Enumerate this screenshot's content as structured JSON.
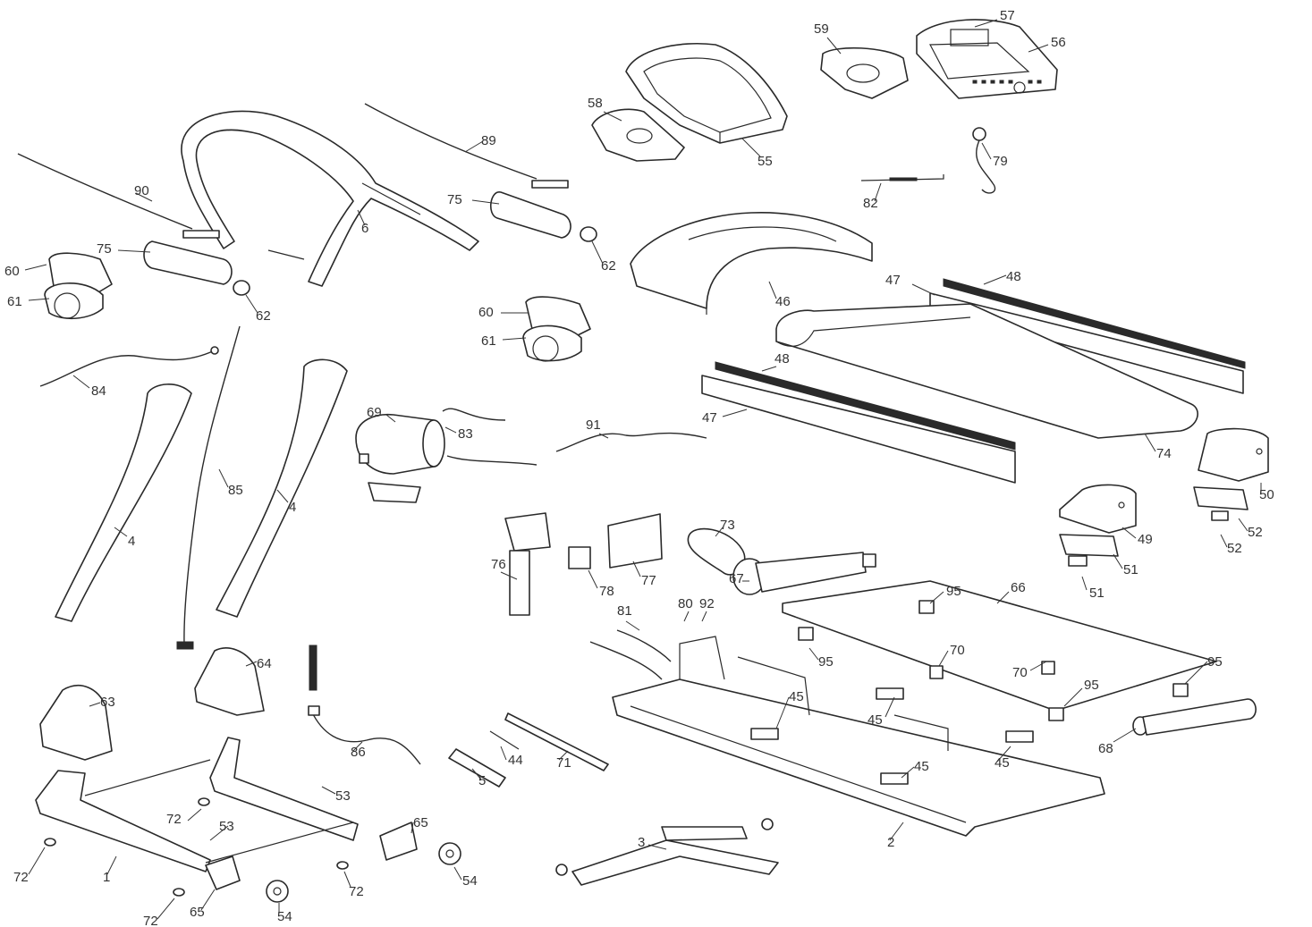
{
  "diagram": {
    "callouts": [
      {
        "text": "57"
      },
      {
        "text": "59"
      },
      {
        "text": "56"
      },
      {
        "text": "58"
      },
      {
        "text": "55"
      },
      {
        "text": "79"
      },
      {
        "text": "82"
      },
      {
        "text": "89"
      },
      {
        "text": "90"
      },
      {
        "text": "75"
      },
      {
        "text": "6"
      },
      {
        "text": "75"
      },
      {
        "text": "62"
      },
      {
        "text": "60"
      },
      {
        "text": "61"
      },
      {
        "text": "62"
      },
      {
        "text": "46"
      },
      {
        "text": "47"
      },
      {
        "text": "48"
      },
      {
        "text": "60"
      },
      {
        "text": "61"
      },
      {
        "text": "84"
      },
      {
        "text": "48"
      },
      {
        "text": "47"
      },
      {
        "text": "69"
      },
      {
        "text": "83"
      },
      {
        "text": "91"
      },
      {
        "text": "74"
      },
      {
        "text": "50"
      },
      {
        "text": "4"
      },
      {
        "text": "85"
      },
      {
        "text": "4"
      },
      {
        "text": "73"
      },
      {
        "text": "49"
      },
      {
        "text": "51"
      },
      {
        "text": "52"
      },
      {
        "text": "76"
      },
      {
        "text": "78"
      },
      {
        "text": "77"
      },
      {
        "text": "67"
      },
      {
        "text": "52"
      },
      {
        "text": "51"
      },
      {
        "text": "95"
      },
      {
        "text": "66"
      },
      {
        "text": "80"
      },
      {
        "text": "92"
      },
      {
        "text": "81"
      },
      {
        "text": "64"
      },
      {
        "text": "95"
      },
      {
        "text": "70"
      },
      {
        "text": "70"
      },
      {
        "text": "95"
      },
      {
        "text": "95"
      },
      {
        "text": "63"
      },
      {
        "text": "45"
      },
      {
        "text": "45"
      },
      {
        "text": "86"
      },
      {
        "text": "44"
      },
      {
        "text": "71"
      },
      {
        "text": "68"
      },
      {
        "text": "45"
      },
      {
        "text": "45"
      },
      {
        "text": "53"
      },
      {
        "text": "5"
      },
      {
        "text": "72"
      },
      {
        "text": "53"
      },
      {
        "text": "65"
      },
      {
        "text": "3"
      },
      {
        "text": "2"
      },
      {
        "text": "54"
      },
      {
        "text": "72"
      },
      {
        "text": "1"
      },
      {
        "text": "72"
      },
      {
        "text": "72"
      },
      {
        "text": "65"
      },
      {
        "text": "54"
      }
    ]
  }
}
